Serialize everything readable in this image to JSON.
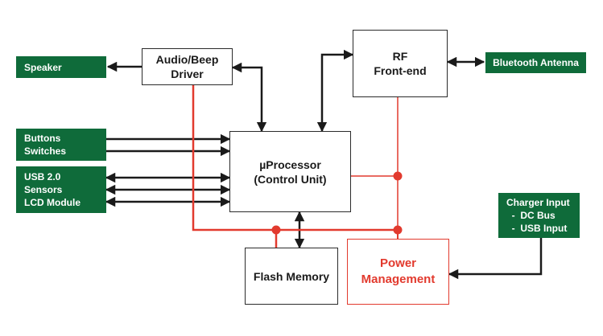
{
  "colors": {
    "line": "#1a1a1a",
    "power_line": "#e23a2e",
    "external_fill": "#0f6b3a",
    "external_text": "#ffffff"
  },
  "blocks": {
    "audio_driver": [
      "Audio/Beep",
      "Driver"
    ],
    "rf_frontend": [
      "RF",
      "Front-end"
    ],
    "processor": [
      "µProcessor",
      "(Control Unit)"
    ],
    "flash_memory": [
      "Flash Memory"
    ],
    "power_management": [
      "Power",
      "Management"
    ]
  },
  "external": {
    "speaker": [
      "Speaker"
    ],
    "bluetooth_antenna": [
      "Bluetooth Antenna"
    ],
    "buttons_switches": [
      "Buttons",
      "Switches"
    ],
    "usb_sensors_lcd": [
      "USB 2.0",
      "Sensors",
      "LCD Module"
    ],
    "charger_input": [
      "Charger Input",
      "  -  DC Bus",
      "  -  USB Input"
    ]
  }
}
